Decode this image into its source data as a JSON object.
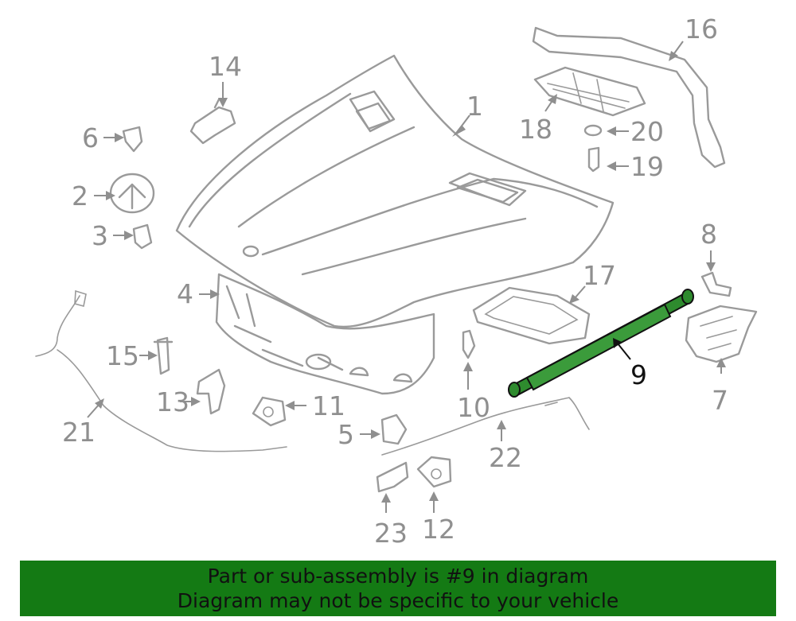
{
  "diagram": {
    "callouts": [
      "1",
      "2",
      "3",
      "4",
      "5",
      "6",
      "7",
      "8",
      "9",
      "10",
      "11",
      "12",
      "13",
      "14",
      "15",
      "16",
      "17",
      "18",
      "19",
      "20",
      "21",
      "22",
      "23"
    ],
    "highlight_part": "9",
    "highlight_color": "#2e8b2e",
    "line_color": "#9a9a9a"
  },
  "footer": {
    "line1": "Part or sub-assembly is #9 in diagram",
    "line2": "Diagram may not be specific to your vehicle",
    "background": "#147a14"
  }
}
